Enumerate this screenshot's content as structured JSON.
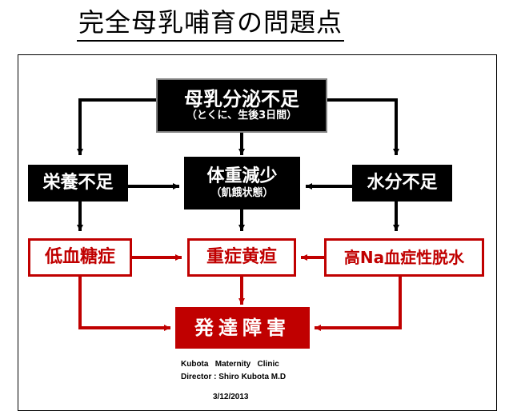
{
  "title": "完全母乳哺育の問題点",
  "nodes": {
    "milk_shortage": {
      "label": "母乳分泌不足",
      "sublabel": "（とくに、生後3日間）"
    },
    "malnutrition": {
      "label": "栄養不足"
    },
    "weight_loss": {
      "label": "体重減少",
      "sublabel": "（飢餓状態）"
    },
    "water_shortage": {
      "label": "水分不足"
    },
    "hypoglycemia": {
      "label": "低血糖症"
    },
    "jaundice": {
      "label": "重症黄疸"
    },
    "dehydration": {
      "label": "高Na血症性脱水"
    },
    "dev_disorder": {
      "label": "発達障害"
    }
  },
  "credit": {
    "line1": "Kubota   Maternity   Clinic",
    "line2": "Director : Shiro Kubota M.D"
  },
  "date": "3/12/2013",
  "colors": {
    "black": "#000000",
    "red": "#c00000",
    "white": "#ffffff"
  }
}
